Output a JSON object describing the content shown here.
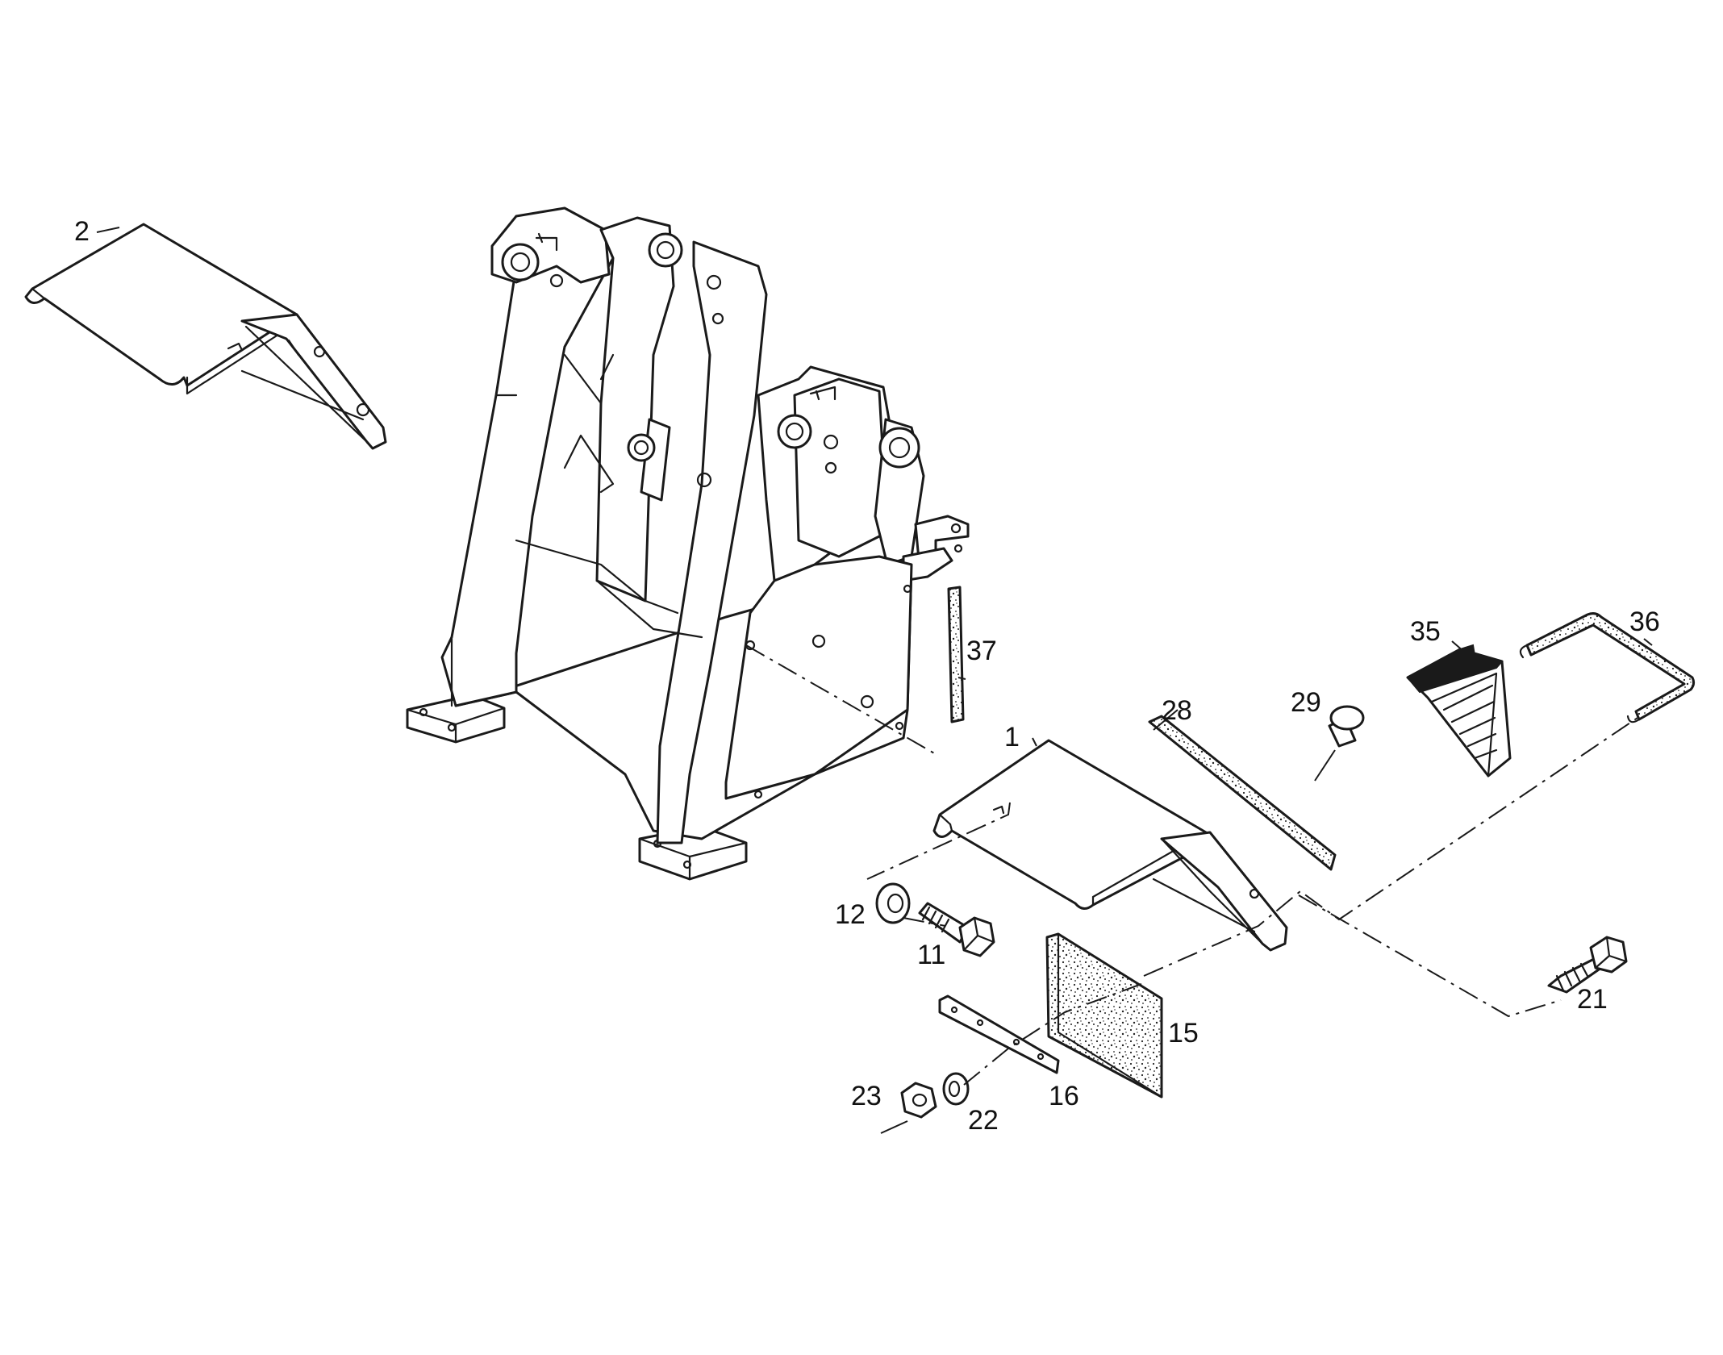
{
  "callouts": {
    "p1": "1",
    "p2": "2",
    "p11": "11",
    "p12": "12",
    "p15": "15",
    "p16": "16",
    "p21": "21",
    "p22": "22",
    "p23": "23",
    "p28": "28",
    "p29": "29",
    "p35": "35",
    "p36": "36",
    "p37": "37"
  }
}
